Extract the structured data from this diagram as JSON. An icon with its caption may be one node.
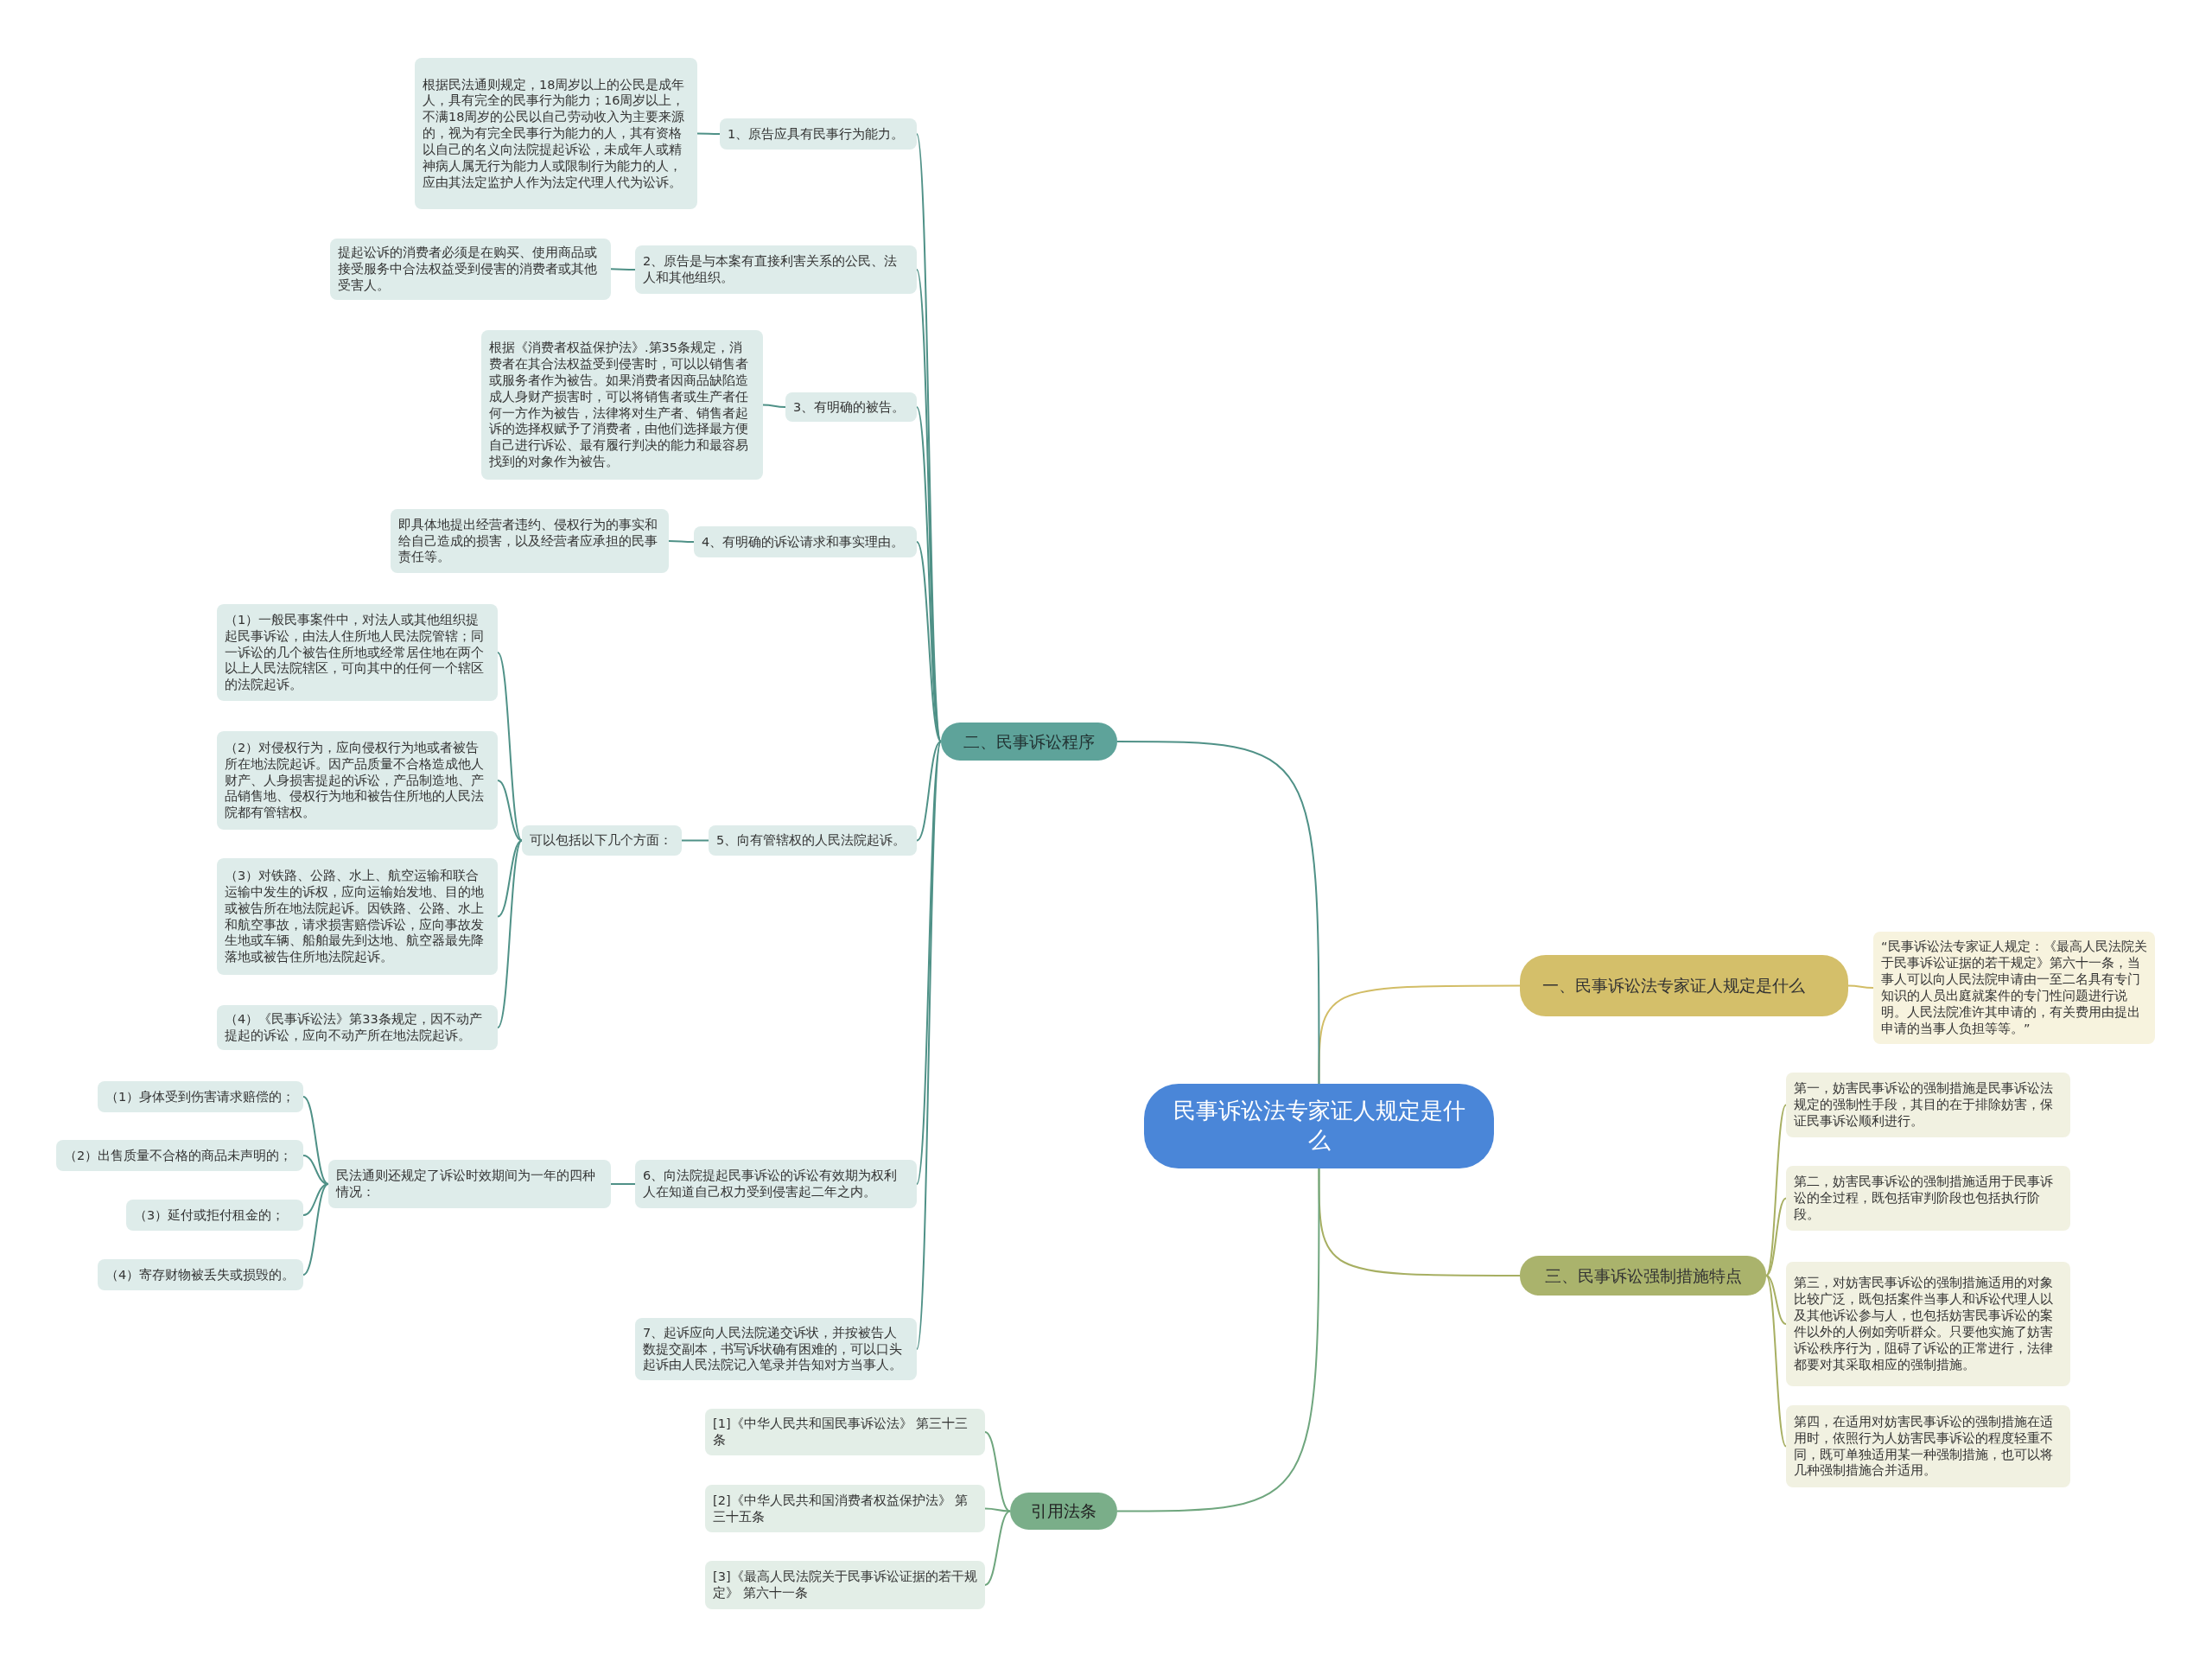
{
  "diagram": {
    "nodes": [
      {
        "text": [
          "民事诉讼法专家证人规定是什么"
        ]
      },
      {
        "text": [
          "一、民事诉讼法专家证人规定是什么"
        ]
      },
      {
        "text": [
          "“民事诉讼法专家证人规定：《最高人民法院关于民事诉讼证据的若干规定》第六十一条，当事人可以向人民法院申请由一至二名具有专门知识的人员出庭就案件的专门性问题进行说明。人民法院准许其申请的，有关费用由提出申请的当事人负担等等。”"
        ]
      },
      {
        "text": [
          "二、民事诉讼程序"
        ]
      },
      {
        "text": [
          "1、原告应具有民事行为能力。"
        ]
      },
      {
        "text": [
          "根据民法通则规定，18周岁以上的公民是成年人，具有完全的民事行为能力；16周岁以上，不满18周岁的公民以自己劳动收入为主要来源的，视为有完全民事行为能力的人，其有资格以自己的名义向法院提起诉讼，未成年人或精神病人属无行为能力人或限制行为能力的人，应由其法定监护人作为法定代理人代为讼诉。"
        ]
      },
      {
        "text": [
          "2、原告是与本案有直接利害关系的公民、法人和其他组织。"
        ]
      },
      {
        "text": [
          "提起讼诉的消费者必须是在购买、使用商品或接受服务中合法权益受到侵害的消费者或其他受害人。"
        ]
      },
      {
        "text": [
          "3、有明确的被告。"
        ]
      },
      {
        "text": [
          "根据《消费者权益保护法》.第35条规定，消费者在其合法权益受到侵害时，可以以销售者或服务者作为被告。如果消费者因商品缺陷造成人身财产损害时，可以将销售者或生产者任何一方作为被告，法律将对生产者、销售者起诉的选择权赋予了消费者，由他们选择最方便自己进行诉讼、最有履行判决的能力和最容易找到的对象作为被告。"
        ]
      },
      {
        "text": [
          "4、有明确的诉讼请求和事实理由。"
        ]
      },
      {
        "text": [
          "即具体地提出经营者违约、侵权行为的事实和给自己造成的损害，以及经营者应承担的民事责任等。"
        ]
      },
      {
        "text": [
          "5、向有管辖权的人民法院起诉。"
        ]
      },
      {
        "text": [
          "可以包括以下几个方面："
        ]
      },
      {
        "text": [
          "（1）一般民事案件中，对法人或其他组织提起民事诉讼，由法人住所地人民法院管辖；同一诉讼的几个被告住所地或经常居住地在两个以上人民法院辖区，可向其中的任何一个辖区的法院起诉。"
        ]
      },
      {
        "text": [
          "（2）对侵权行为，应向侵权行为地或者被告所在地法院起诉。因产品质量不合格造成他人财产、人身损害提起的诉讼，产品制造地、产品销售地、侵权行为地和被告住所地的人民法院都有管辖权。"
        ]
      },
      {
        "text": [
          "（3）对铁路、公路、水上、航空运输和联合运输中发生的诉权，应向运输始发地、目的地或被告所在地法院起诉。因铁路、公路、水上和航空事故，请求损害赔偿诉讼，应向事故发生地或车辆、船舶最先到达地、航空器最先降落地或被告住所地法院起诉。"
        ]
      },
      {
        "text": [
          "（4）《民事诉讼法》第33条规定，因不动产提起的诉讼，应向不动产所在地法院起诉。"
        ]
      },
      {
        "text": [
          "6、向法院提起民事诉讼的诉讼有效期为权利人在知道自己权力受到侵害起二年之内。"
        ]
      },
      {
        "text": [
          "民法通则还规定了诉讼时效期间为一年的四种情况："
        ]
      },
      {
        "text": [
          "（1）身体受到伤害请求赔偿的；"
        ]
      },
      {
        "text": [
          "（2）出售质量不合格的商品未声明的；"
        ]
      },
      {
        "text": [
          "（3）延付或拒付租金的；"
        ]
      },
      {
        "text": [
          "（4）寄存财物被丢失或损毁的。"
        ]
      },
      {
        "text": [
          "7、起诉应向人民法院递交诉状，并按被告人数提交副本，书写诉状确有困难的，可以口头起诉由人民法院记入笔录并告知对方当事人。"
        ]
      },
      {
        "text": [
          "三、民事诉讼强制措施特点"
        ]
      },
      {
        "text": [
          "第一，妨害民事诉讼的强制措施是民事诉讼法规定的强制性手段，其目的在于排除妨害，保证民事诉讼顺利进行。"
        ]
      },
      {
        "text": [
          "第二，妨害民事诉讼的强制措施适用于民事诉讼的全过程，既包括审判阶段也包括执行阶段。"
        ]
      },
      {
        "text": [
          "第三，对妨害民事诉讼的强制措施适用的对象比较广泛，既包括案件当事人和诉讼代理人以及其他诉讼参与人，也包括妨害民事诉讼的案件以外的人例如旁听群众。只要他实施了妨害诉讼秩序行为，阻碍了诉讼的正常进行，法律都要对其采取相应的强制措施。"
        ]
      },
      {
        "text": [
          "第四，在适用对妨害民事诉讼的强制措施在适用时，依照行为人妨害民事诉讼的程度轻重不同，既可单独适用某一种强制措施，也可以将几种强制措施合并适用。"
        ]
      },
      {
        "text": [
          "引用法条"
        ]
      },
      {
        "text": [
          "[1]《中华人民共和国民事诉讼法》 第三十三条"
        ]
      },
      {
        "text": [
          "[2]《中华人民共和国消费者权益保护法》 第三十五条"
        ]
      },
      {
        "text": [
          "[3]《最高人民法院关于民事诉讼证据的若干规定》 第六十一条"
        ]
      }
    ],
    "edges": [
      {
        "from": 0,
        "to": 1,
        "arrow": "none",
        "color": "#d2bd66"
      },
      {
        "from": 1,
        "to": 2,
        "arrow": "none",
        "color": "#d2bd66"
      },
      {
        "from": 0,
        "to": 3,
        "arrow": "none"
      },
      {
        "from": 3,
        "to": 4,
        "arrow": "none"
      },
      {
        "from": 4,
        "to": 5,
        "arrow": "none"
      },
      {
        "from": 3,
        "to": 6,
        "arrow": "none"
      },
      {
        "from": 6,
        "to": 7,
        "arrow": "none"
      },
      {
        "from": 3,
        "to": 8,
        "arrow": "none"
      },
      {
        "from": 8,
        "to": 9,
        "arrow": "none"
      },
      {
        "from": 3,
        "to": 10,
        "arrow": "none"
      },
      {
        "from": 10,
        "to": 11,
        "arrow": "none"
      },
      {
        "from": 3,
        "to": 12,
        "arrow": "none"
      },
      {
        "from": 12,
        "to": 13,
        "arrow": "none"
      },
      {
        "from": 13,
        "to": 14,
        "arrow": "none"
      },
      {
        "from": 13,
        "to": 15,
        "arrow": "none"
      },
      {
        "from": 13,
        "to": 16,
        "arrow": "none"
      },
      {
        "from": 13,
        "to": 17,
        "arrow": "none"
      },
      {
        "from": 3,
        "to": 18,
        "arrow": "none"
      },
      {
        "from": 18,
        "to": 19,
        "arrow": "none"
      },
      {
        "from": 19,
        "to": 20,
        "arrow": "none"
      },
      {
        "from": 19,
        "to": 21,
        "arrow": "none"
      },
      {
        "from": 19,
        "to": 22,
        "arrow": "none"
      },
      {
        "from": 19,
        "to": 23,
        "arrow": "none"
      },
      {
        "from": 3,
        "to": 24,
        "arrow": "none"
      },
      {
        "from": 0,
        "to": 25,
        "arrow": "none",
        "color": "#a7af62"
      },
      {
        "from": 25,
        "to": 26,
        "arrow": "none",
        "color": "#a7af62"
      },
      {
        "from": 25,
        "to": 27,
        "arrow": "none",
        "color": "#a7af62"
      },
      {
        "from": 25,
        "to": 28,
        "arrow": "none",
        "color": "#a7af62"
      },
      {
        "from": 25,
        "to": 29,
        "arrow": "none",
        "color": "#a7af62"
      },
      {
        "from": 0,
        "to": 30,
        "arrow": "none",
        "color": "#6fa67e"
      },
      {
        "from": 30,
        "to": 31,
        "arrow": "none",
        "color": "#6fa67e"
      },
      {
        "from": 30,
        "to": 32,
        "arrow": "none",
        "color": "#6fa67e"
      },
      {
        "from": 30,
        "to": 33,
        "arrow": "none",
        "color": "#6fa67e"
      }
    ]
  }
}
